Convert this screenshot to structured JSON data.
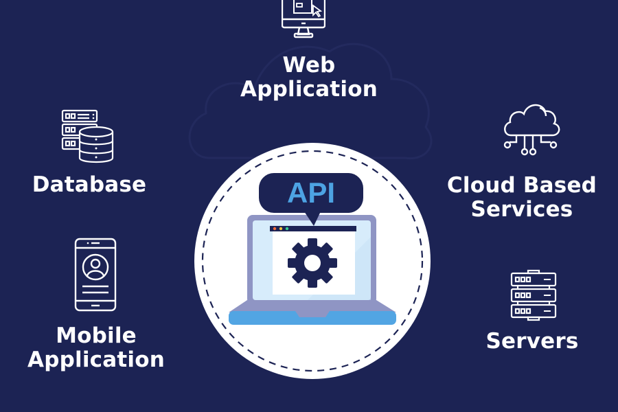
{
  "diagram": {
    "title": "API",
    "center_icon": "laptop-gear-icon",
    "nodes": [
      {
        "id": "web",
        "label_lines": [
          "Web",
          "Application"
        ],
        "icon": "monitor-cursor-icon"
      },
      {
        "id": "database",
        "label_lines": [
          "Database"
        ],
        "icon": "database-server-icon"
      },
      {
        "id": "cloud",
        "label_lines": [
          "Cloud Based",
          "Services"
        ],
        "icon": "cloud-network-icon"
      },
      {
        "id": "mobile",
        "label_lines": [
          "Mobile",
          "Application"
        ],
        "icon": "smartphone-user-icon"
      },
      {
        "id": "servers",
        "label_lines": [
          "Servers"
        ],
        "icon": "server-rack-icon"
      }
    ]
  },
  "colors": {
    "background": "#1c2354",
    "text": "#ffffff",
    "accent_blue": "#4da3e3",
    "bubble": "#1c2354",
    "laptop_frame": "#8f95c4",
    "laptop_base": "#52a5e3",
    "screen_light": "#d7ecfb",
    "gear": "#1c2354"
  }
}
